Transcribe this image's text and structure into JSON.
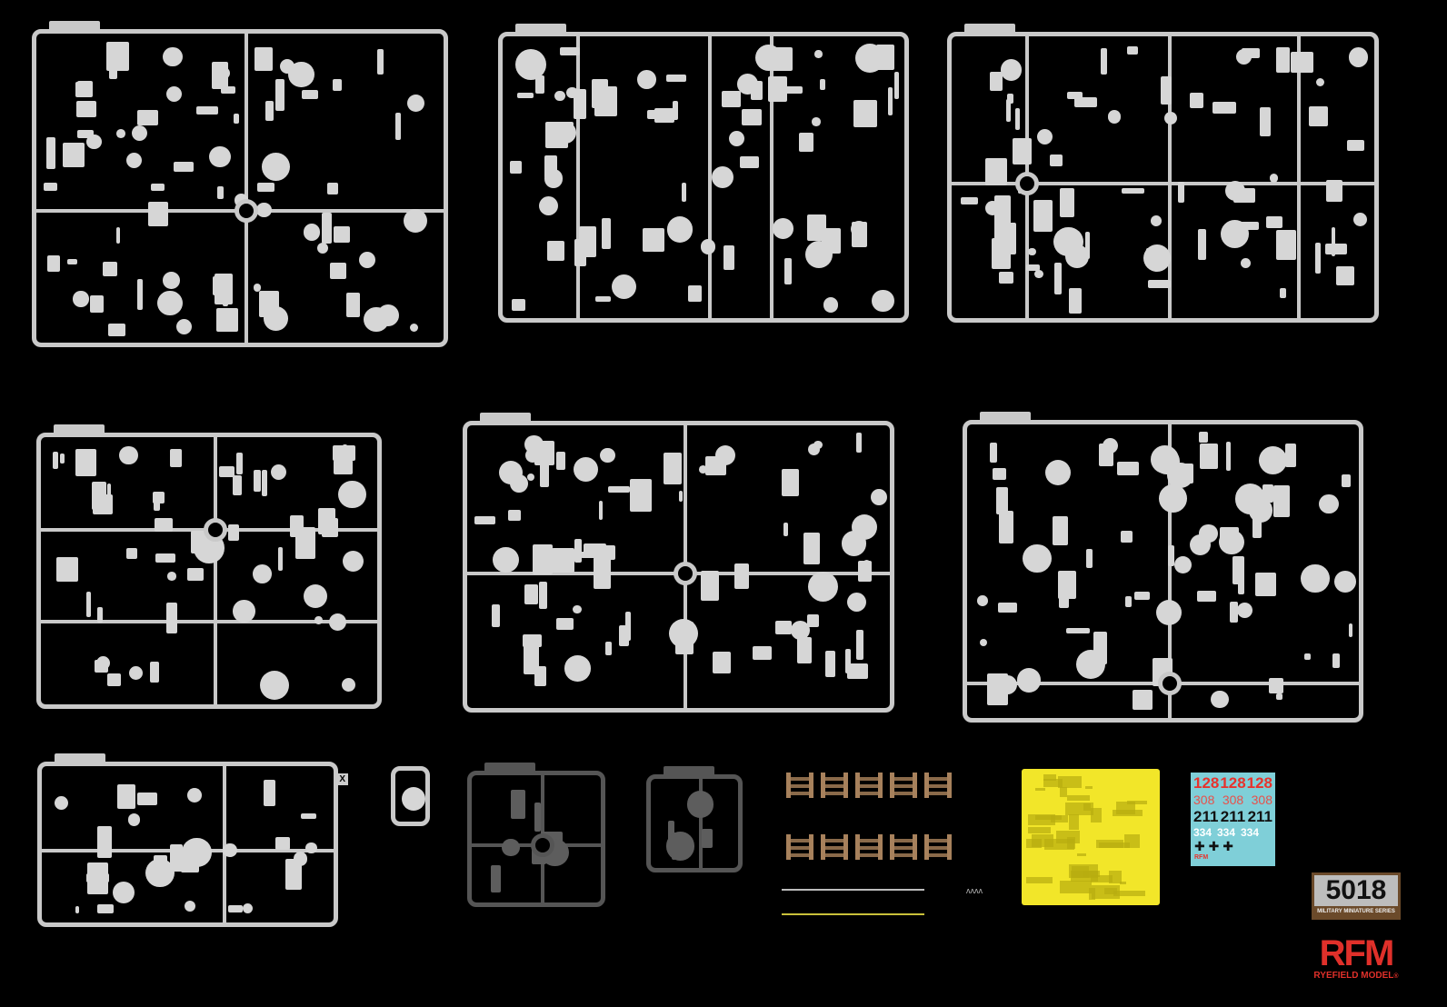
{
  "colors": {
    "plastic": "#c9c9c9",
    "dark_plastic": "#555555",
    "photo_etch": "#f2e629",
    "decal_sheet": "#7fcfd8",
    "track": "#a7815c",
    "brand_red": "#e0302a"
  },
  "sprues": [
    {
      "id": "sprue-a",
      "dark": false
    },
    {
      "id": "sprue-b",
      "dark": false
    },
    {
      "id": "sprue-c",
      "dark": false
    },
    {
      "id": "sprue-d",
      "dark": false
    },
    {
      "id": "sprue-e",
      "dark": false
    },
    {
      "id": "sprue-f",
      "dark": false
    },
    {
      "id": "sprue-g",
      "dark": false
    },
    {
      "id": "clear-part",
      "dark": false
    },
    {
      "id": "dark-sprue-large",
      "dark": true
    },
    {
      "id": "dark-sprue-small",
      "dark": true
    }
  ],
  "sprue_g_label": "X",
  "track_links": 10,
  "decals": {
    "rows": [
      {
        "values": [
          "128",
          "128",
          "128"
        ],
        "color": "#e8322c"
      },
      {
        "values": [
          "308",
          "308",
          "308"
        ],
        "color": "#e8504a"
      },
      {
        "values": [
          "211",
          "211",
          "211"
        ],
        "color": "#111111"
      },
      {
        "values": [
          "334",
          "334",
          "334"
        ],
        "color": "#ffffff"
      }
    ],
    "crosses": "✚ ✚ ✚",
    "logo": "RFM"
  },
  "badge": {
    "number": "5018",
    "series": "MILITARY MINIATURE SERIES"
  },
  "brand": {
    "mark": "RFM",
    "name": "RYEFIELD MODEL",
    "registered": "®"
  }
}
